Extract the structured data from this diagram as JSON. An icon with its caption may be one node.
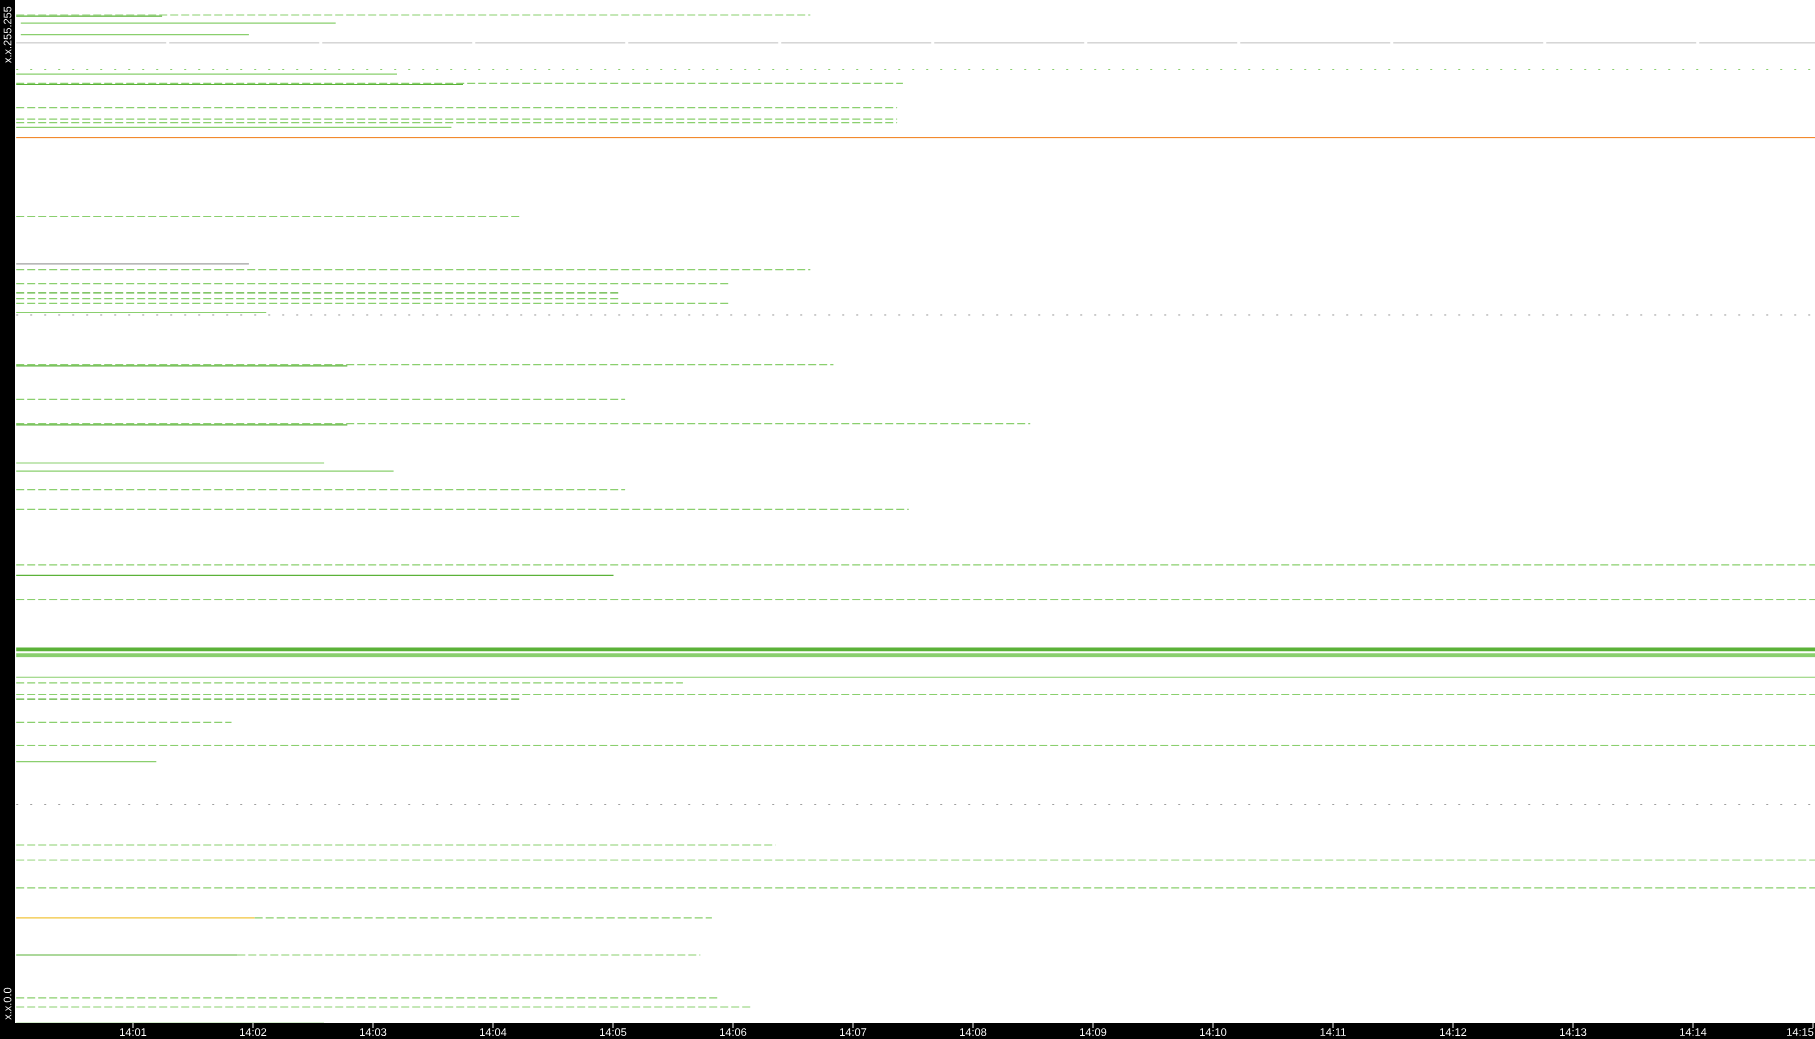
{
  "diagram": {
    "labels": [
      "x.x.255.255",
      "x.x.0.0",
      "14:01",
      "14:02",
      "14:03",
      "14:04",
      "14:05",
      "14:06",
      "14:07",
      "14:08",
      "14:09",
      "14:10",
      "14:11",
      "14:12",
      "14:13",
      "14:14",
      "14:15"
    ]
  }
}
